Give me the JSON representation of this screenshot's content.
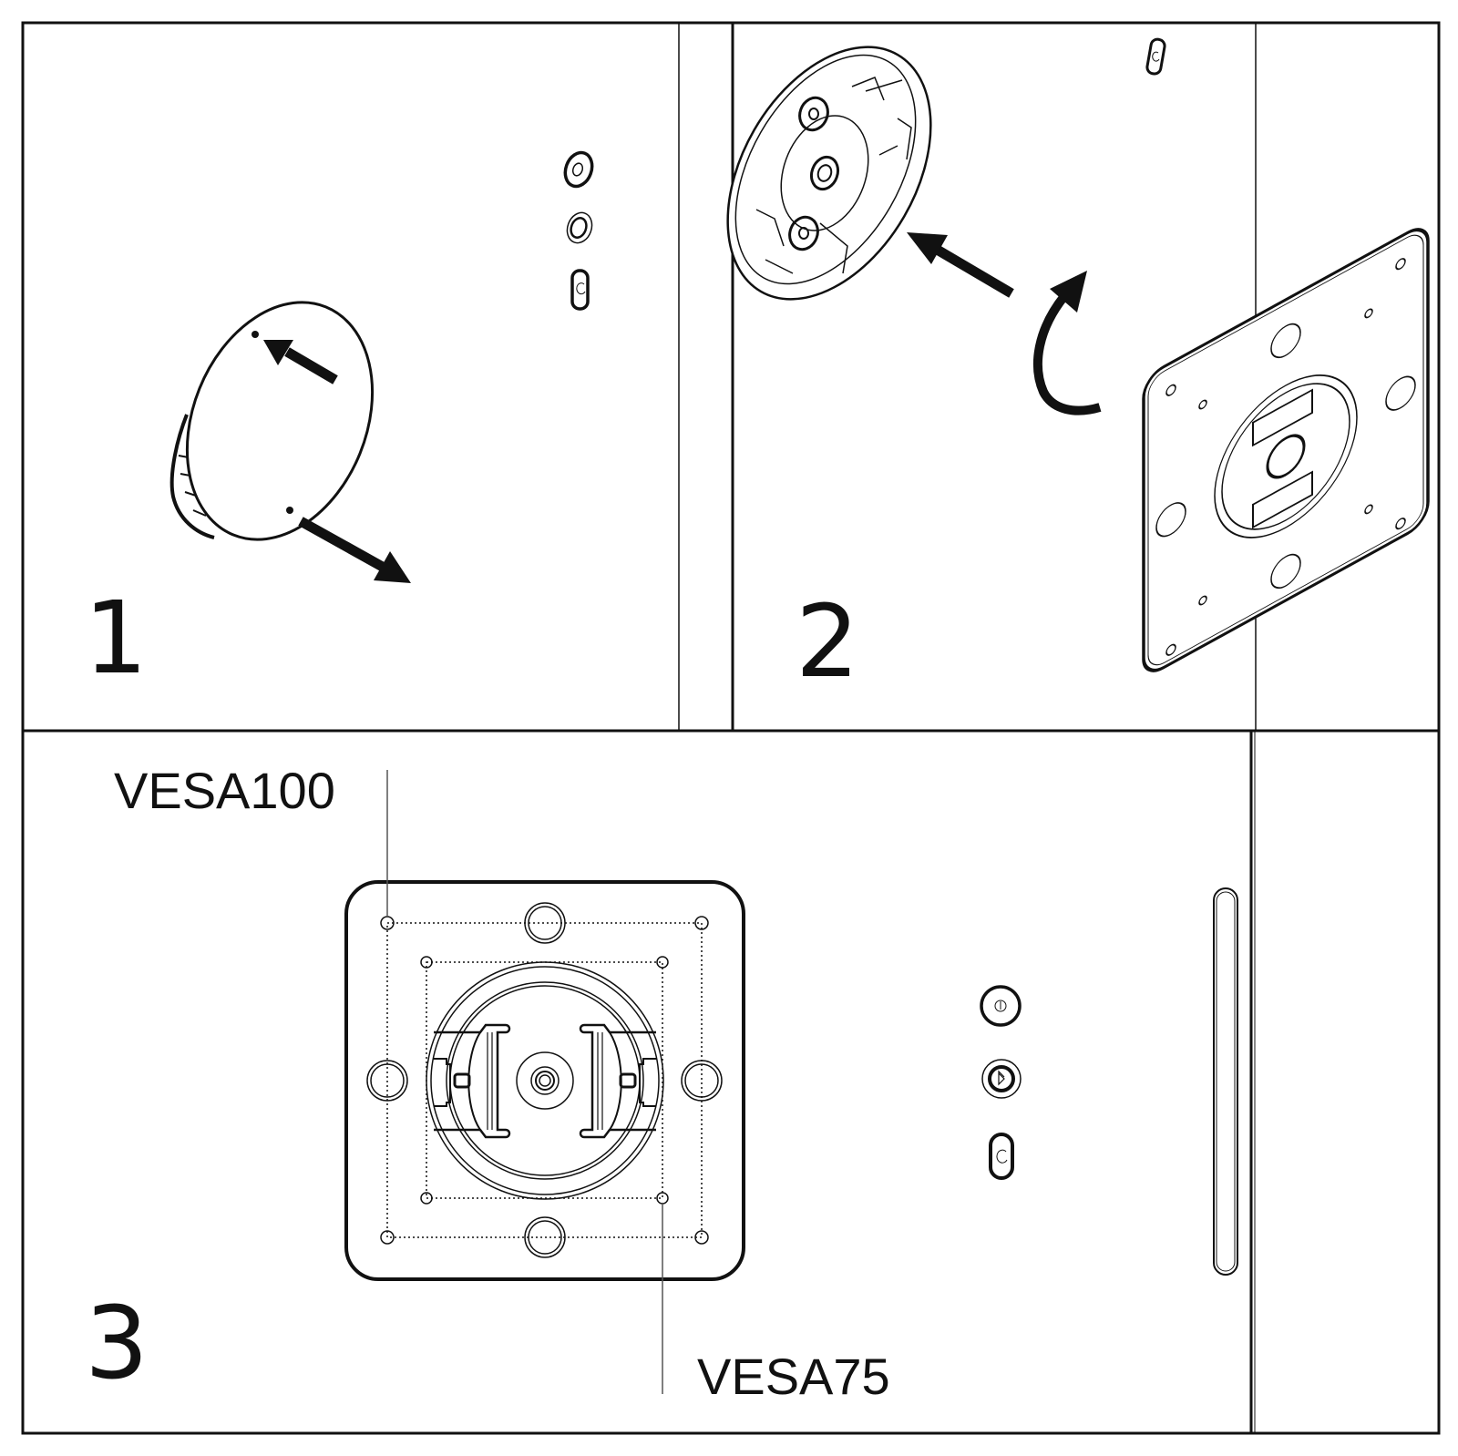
{
  "diagram": {
    "title": "Wall mount installation steps",
    "steps": [
      {
        "number": "1",
        "description": "Remove the round back cover from the device"
      },
      {
        "number": "2",
        "description": "Rotate and attach the mount disc to the wall plate"
      },
      {
        "number": "3",
        "description": "Wall plate front view with VESA hole patterns"
      }
    ],
    "labels": {
      "vesa100": "VESA100",
      "vesa75": "VESA75"
    },
    "device_buttons": [
      {
        "name": "power",
        "icon": "power-icon",
        "glyph": "⏻"
      },
      {
        "name": "bluetooth",
        "icon": "bluetooth-icon",
        "glyph": "ᛒ"
      },
      {
        "name": "reset",
        "icon": "reset-icon",
        "glyph": "↻"
      }
    ],
    "colors": {
      "line": "#111111",
      "background": "#ffffff",
      "guide": "#555555"
    }
  }
}
